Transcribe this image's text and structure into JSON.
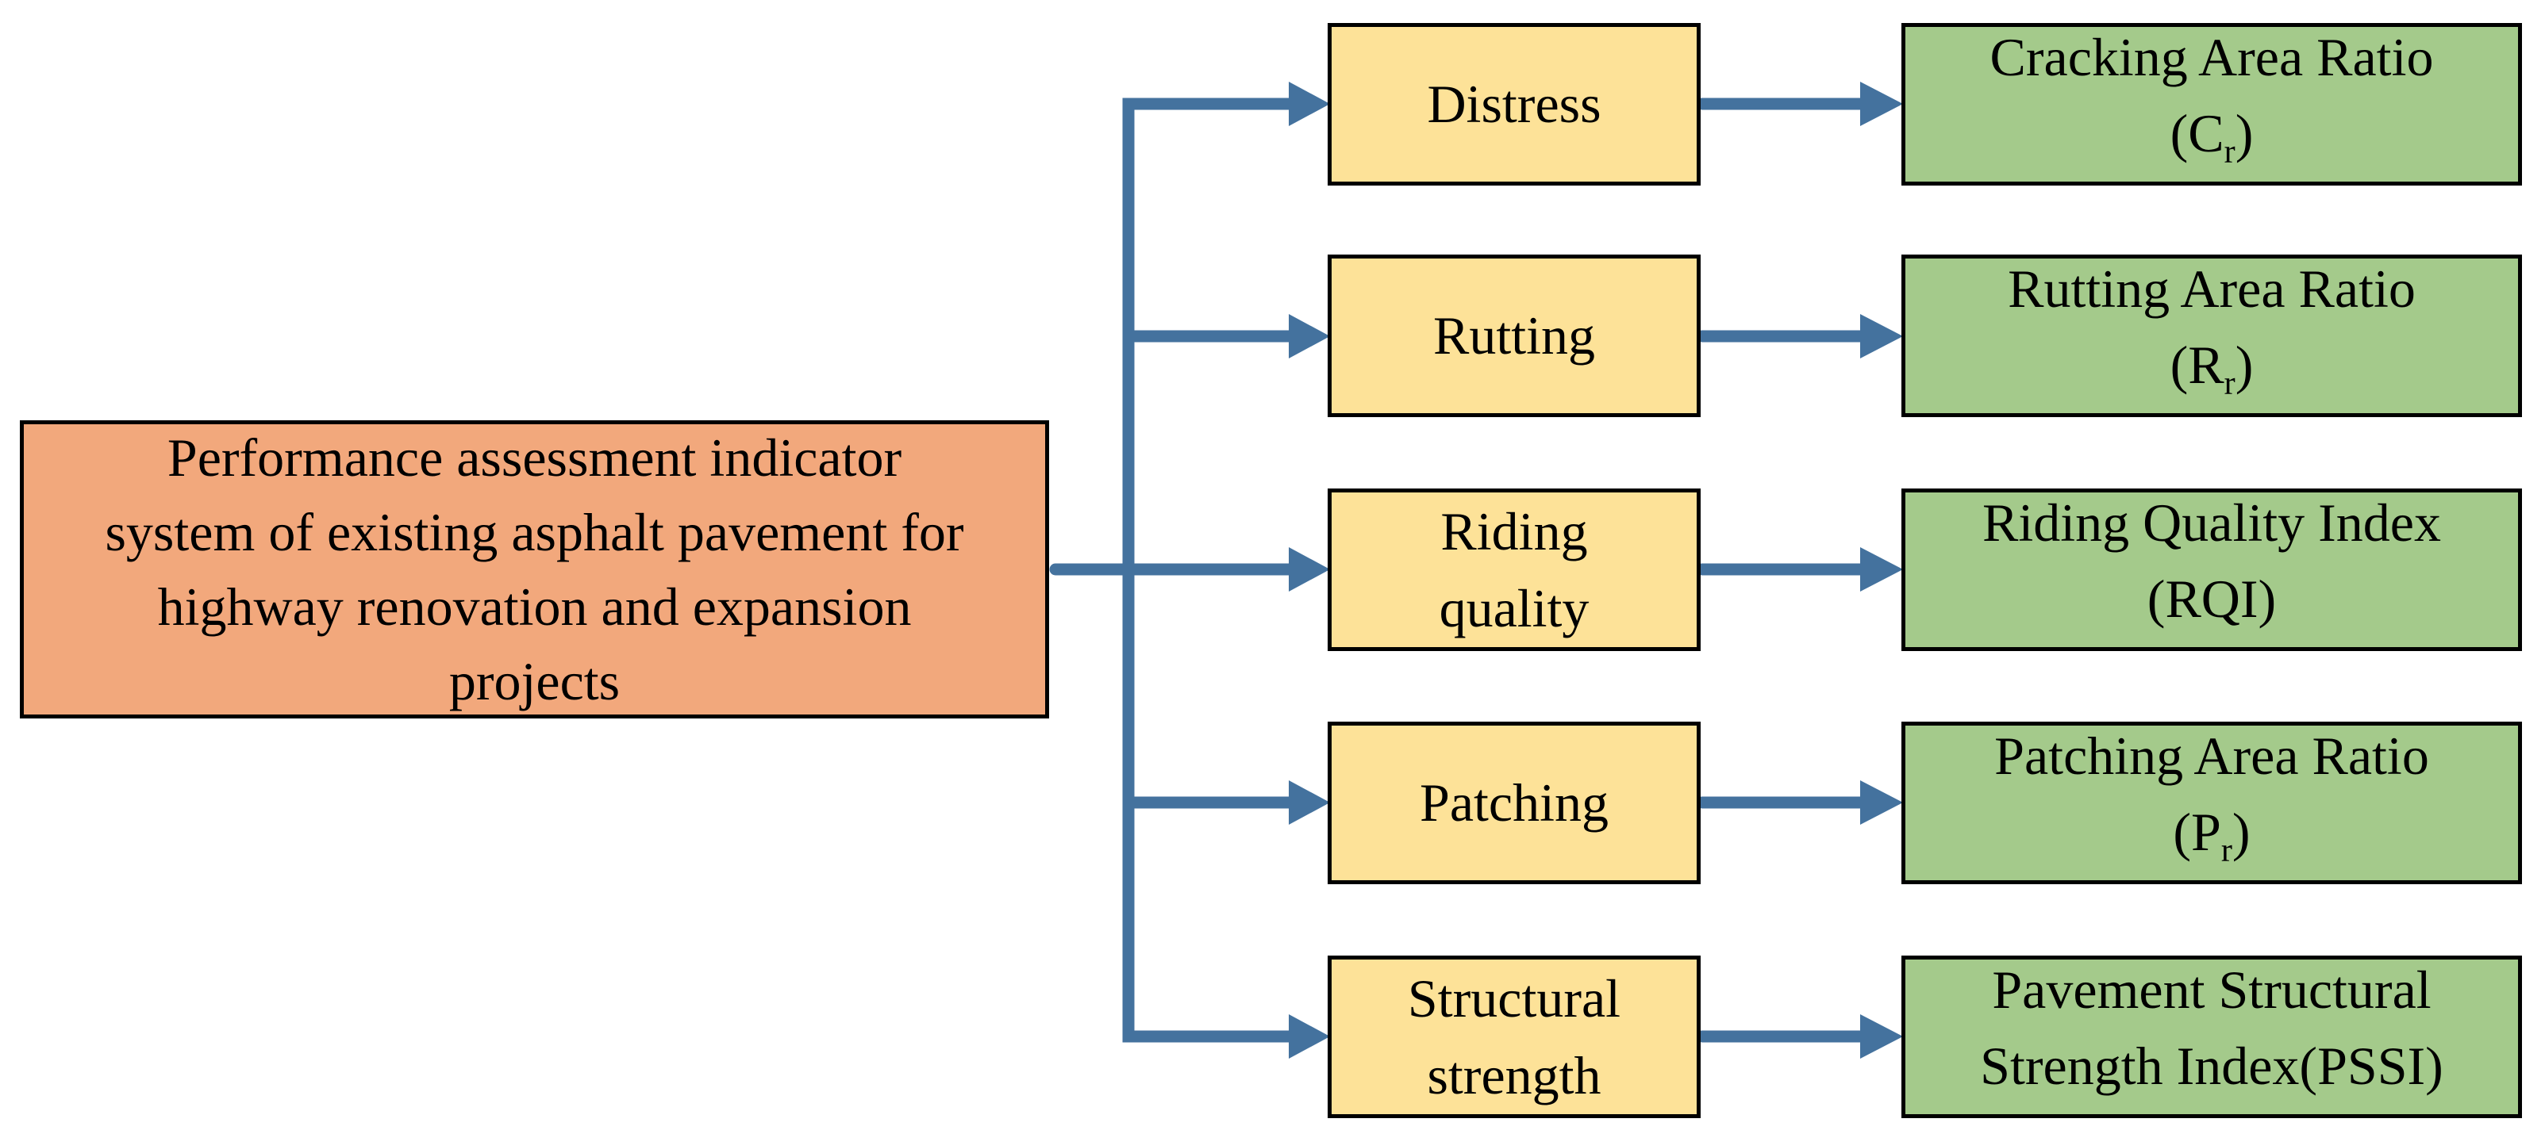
{
  "root": {
    "lines": [
      "Performance assessment indicator",
      "system of existing asphalt pavement for",
      "highway renovation and expansion",
      "projects"
    ]
  },
  "rows": [
    {
      "category": {
        "label": "Distress"
      },
      "indicator": {
        "line1": "Cracking Area Ratio",
        "line2_pre": "(C",
        "line2_sub": "r",
        "line2_post": ")"
      }
    },
    {
      "category": {
        "label": "Rutting"
      },
      "indicator": {
        "line1": "Rutting Area Ratio",
        "line2_pre": "(R",
        "line2_sub": "r",
        "line2_post": ")"
      }
    },
    {
      "category": {
        "label": "Riding\nquality"
      },
      "indicator": {
        "line1": "Riding Quality Index",
        "line2_pre": "(RQI)",
        "line2_sub": "",
        "line2_post": ""
      }
    },
    {
      "category": {
        "label": "Patching"
      },
      "indicator": {
        "line1": "Patching Area Ratio",
        "line2_pre": "(P",
        "line2_sub": "r",
        "line2_post": ")"
      }
    },
    {
      "category": {
        "label": "Structural\nstrength"
      },
      "indicator": {
        "line1": "Pavement Structural",
        "line2_pre": "Strength Index(PSSI)",
        "line2_sub": "",
        "line2_post": ""
      }
    }
  ],
  "colors": {
    "root_fill": "#F2A87C",
    "category_fill": "#FDE298",
    "indicator_fill": "#A4CA8B",
    "connector": "#44729E",
    "border": "#000000",
    "background": "#FFFFFF",
    "text": "#000000"
  }
}
